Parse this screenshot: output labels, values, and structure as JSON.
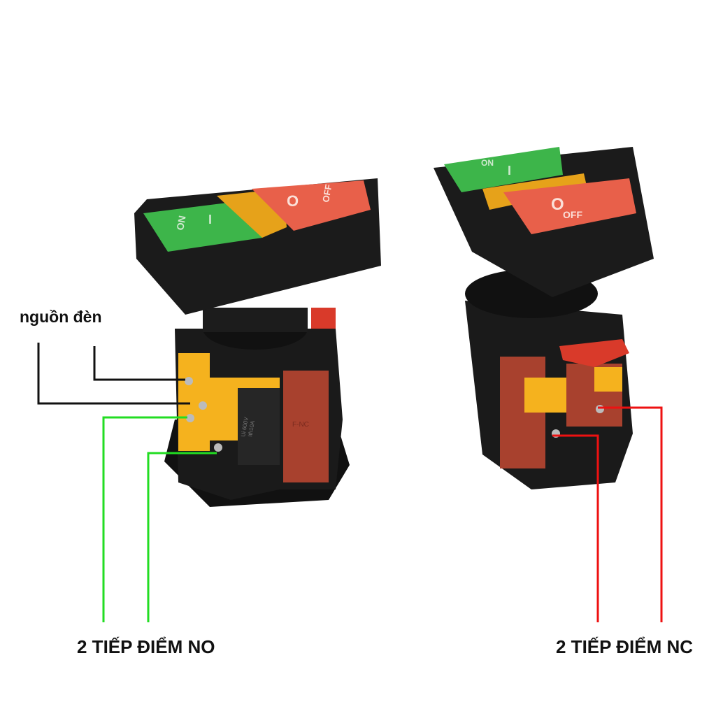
{
  "labels": {
    "lamp_power": "nguồn đèn",
    "no_contacts": "2 TIẾP ĐIỂM NO",
    "nc_contacts": "2 TIẾP ĐIỂM NC"
  },
  "device": {
    "on_text": "ON",
    "on_symbol": "I",
    "off_text": "OFF",
    "off_symbol": "O",
    "rating_line1": "Ui 600V",
    "rating_line2": "Ith10A",
    "block_text": "F-NC"
  },
  "colors": {
    "lamp_wire": "#111111",
    "no_wire": "#22dd22",
    "nc_wire": "#ee1111",
    "on_button": "#3db54a",
    "off_button": "#e8604a",
    "lamp_window": "#e6a21a",
    "body_accent": "#f5b21e",
    "nc_block": "#a8412e"
  }
}
